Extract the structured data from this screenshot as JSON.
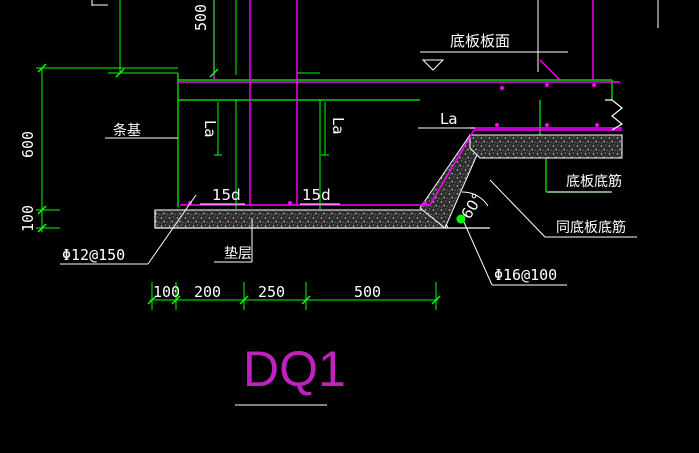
{
  "colors": {
    "background": "#000000",
    "outline": "#ffffff",
    "dimension": "#00ff00",
    "rebar": "#ff00ff",
    "concrete_fill": "#3a3a3a",
    "text": "#ffffff",
    "title": "#c020c0",
    "node": "#00ff00"
  },
  "labels": {
    "slab_top": "底板板面",
    "strip_foundation": "条基",
    "la_vertical_left": "La",
    "la_vertical_right": "La",
    "la_horizontal": "La",
    "slab_bottom": "底板底筋",
    "hook_left": "15d",
    "hook_right": "15d",
    "angle": "60°",
    "same_as_slab_bottom": "同底板底筋",
    "bedding_layer": "垫层",
    "left_rebar": "Φ12@150",
    "right_rebar": "Φ16@100",
    "drawing_title": "DQ1"
  },
  "dimensions": {
    "top_500": "500",
    "left_600": "600",
    "left_100": "100",
    "bottom": [
      "100",
      "200",
      "250",
      "500"
    ]
  }
}
